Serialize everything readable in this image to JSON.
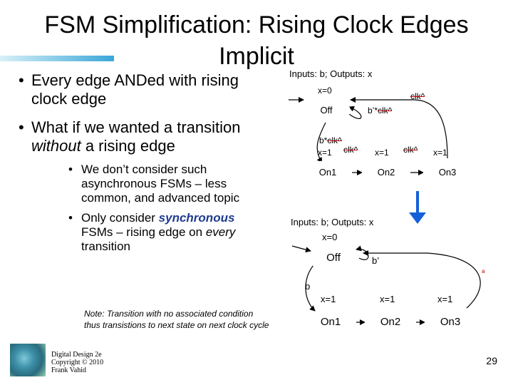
{
  "title": {
    "line1": "FSM Simplification: Rising Clock Edges",
    "line2": "Implicit"
  },
  "bullets": {
    "b1_l1": "Every edge ANDed with rising",
    "b1_l2": "clock edge",
    "b2_l1": "What if we wanted a transition",
    "b2_l2_ital": "without",
    "b2_l2_rest": " a rising edge",
    "sub1_l1": "We don’t consider such",
    "sub1_l2": "asynchronous FSMs – less",
    "sub1_l3": "common, and advanced topic",
    "sub2_l1_a": "Only consider ",
    "sub2_l1_b": "synchronous",
    "sub2_l2_a": "FSMs – rising edge on ",
    "sub2_l2_b": "every",
    "sub2_l3": "transition",
    "bullet_char": "•"
  },
  "note": {
    "line1": "Note: Transition with no associated condition",
    "line2": "thus transistions to next state on next clock cycle"
  },
  "copyright": {
    "l1": "Digital Design 2e",
    "l2": "Copyright © 2010",
    "l3": "Frank Vahid"
  },
  "page_number": "29",
  "diagram1": {
    "header": "Inputs: b; Outputs: x",
    "off_out": "x=0",
    "states": {
      "off": "Off",
      "on1": "On1",
      "on2": "On2",
      "on3": "On3"
    },
    "out1": "x=1",
    "out2": "x=1",
    "out3": "x=1",
    "lbl_clk_top": "clk^",
    "lbl_bclk_a": "b’*",
    "lbl_bclk_b": "clk^",
    "lbl_b_clk_a": "b*",
    "lbl_b_clk_b": "clk^",
    "lbl_clk_12": "clk^",
    "lbl_clk_23": "clk^"
  },
  "diagram2": {
    "header": "Inputs: b; Outputs: x",
    "off_out": "x=0",
    "states": {
      "off": "Off",
      "on1": "On1",
      "on2": "On2",
      "on3": "On3"
    },
    "out1": "x=1",
    "out2": "x=1",
    "out3": "x=1",
    "lbl_b": "b",
    "lbl_bprime": "b’",
    "mark": "a"
  },
  "colors": {
    "accent_blue": "#1560d8",
    "strike_red": "#c00000",
    "title_rule": "#3aa7d8"
  }
}
